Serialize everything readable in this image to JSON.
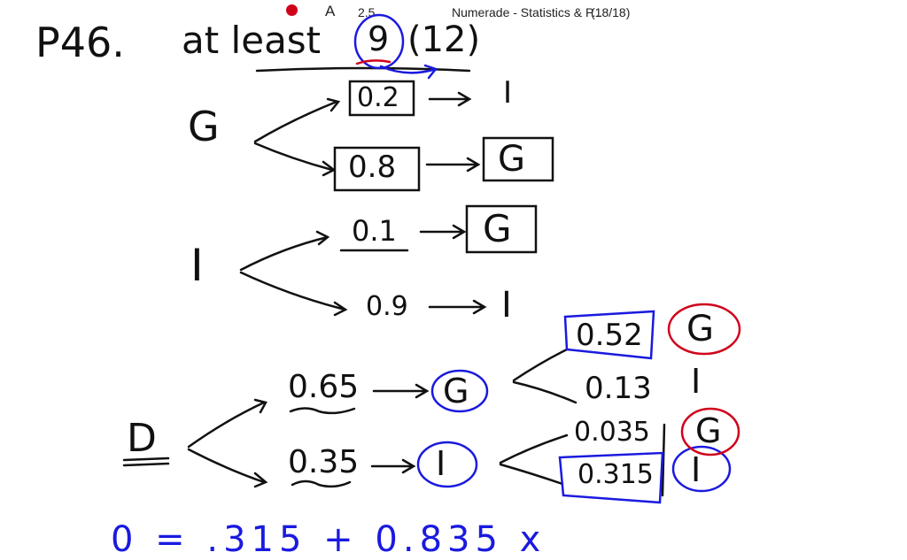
{
  "top_bar": {
    "record_indicator_color": "#d0021b",
    "pen_icon": "A",
    "speed": "2.5",
    "title": "Numerade - Statistics & P...",
    "page_count": "(18/18)"
  },
  "board": {
    "problem": "P46.",
    "phrase": "at least",
    "circled_number": "9",
    "total": "(12)",
    "tree_G": {
      "root": "G",
      "branches": [
        {
          "prob": "0.2",
          "outcome": "I"
        },
        {
          "prob": "0.8",
          "outcome": "G"
        }
      ]
    },
    "tree_I": {
      "root": "I",
      "branches": [
        {
          "prob": "0.1",
          "outcome": "G"
        },
        {
          "prob": "0.9",
          "outcome": "I"
        }
      ]
    },
    "tree_D": {
      "root": "D",
      "branches": [
        {
          "prob": "0.65",
          "outcome": "G",
          "sub": [
            {
              "prob": "0.52",
              "outcome": "G"
            },
            {
              "prob": "0.13",
              "outcome": "I"
            }
          ]
        },
        {
          "prob": "0.35",
          "outcome": "I",
          "sub": [
            {
              "prob": "0.035",
              "outcome": "G"
            },
            {
              "prob": "0.315",
              "outcome": "I"
            }
          ]
        }
      ]
    },
    "bottom_partial": "0  =  .315 + 0.835  x"
  },
  "colors": {
    "ink": "#111111",
    "blue": "#1a1adf",
    "red": "#d0021b"
  }
}
